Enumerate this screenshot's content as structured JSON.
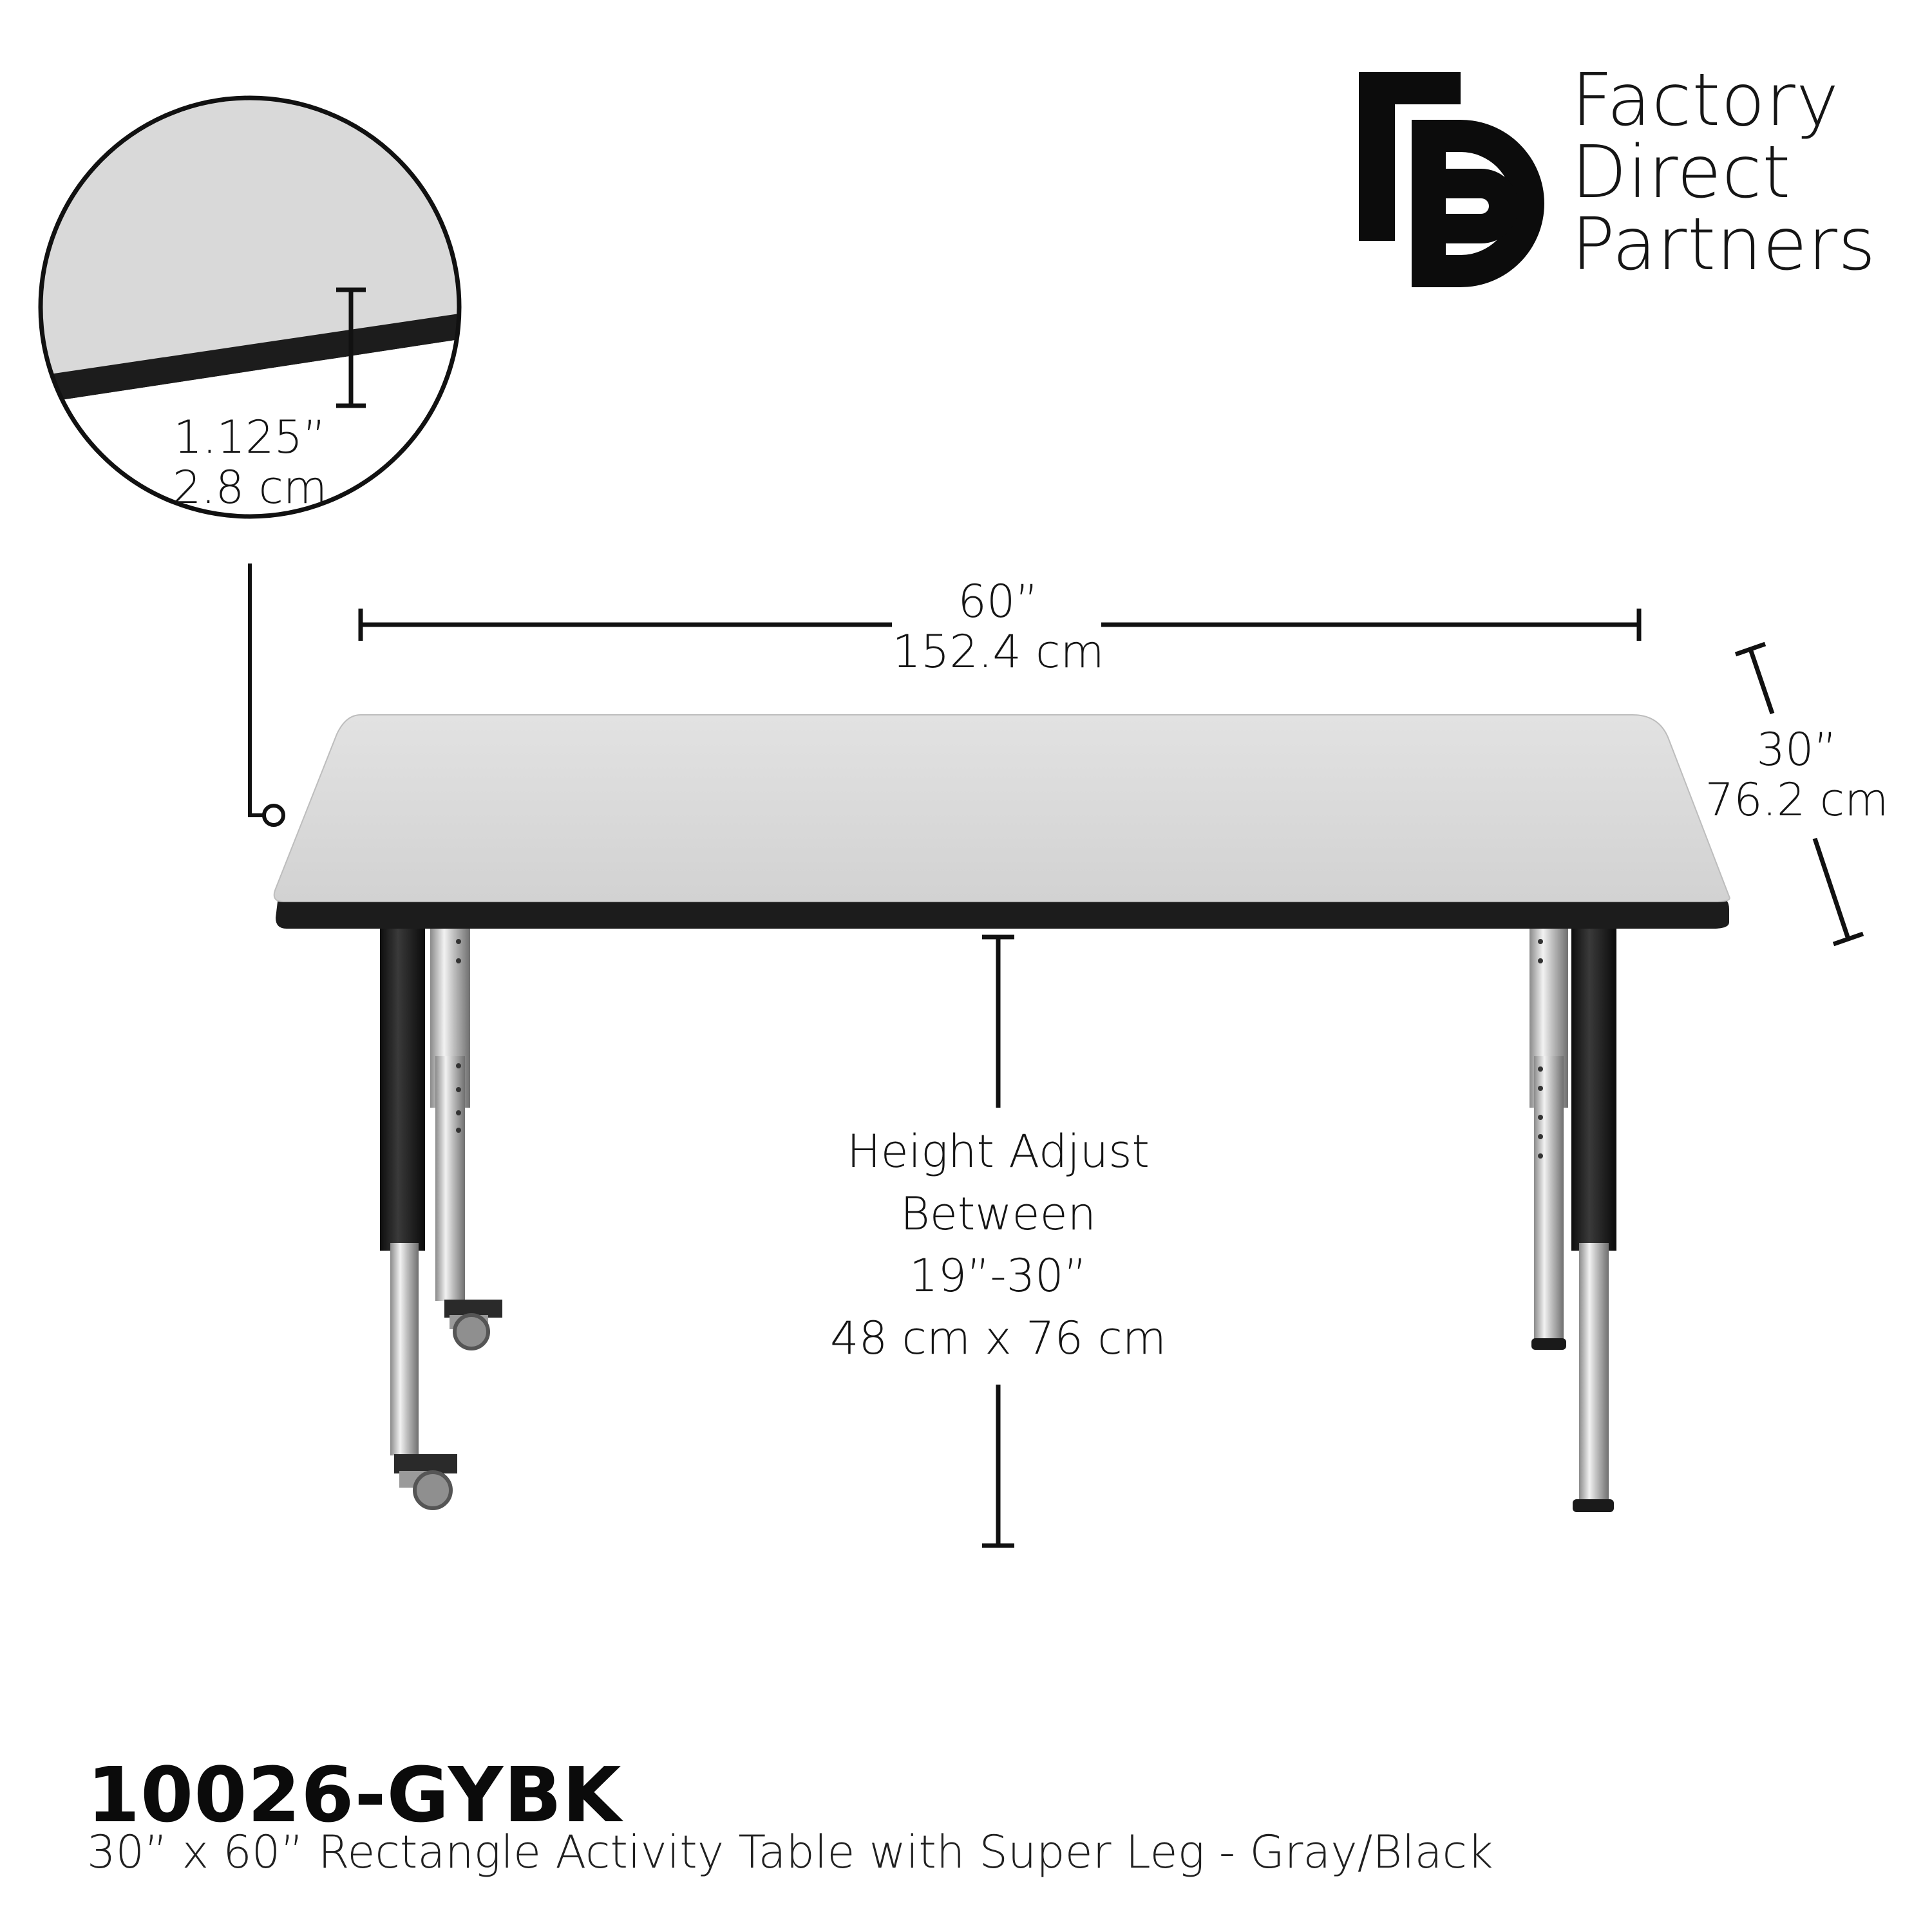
{
  "brand": {
    "logo_mark": "FD monogram logo",
    "name_lines": [
      "Factory",
      "Direct",
      "Partners"
    ]
  },
  "dimensions": {
    "thickness": {
      "imperial": "1.125”",
      "metric": "2.8 cm"
    },
    "width": {
      "imperial": "60”",
      "metric": "152.4 cm"
    },
    "depth": {
      "imperial": "30”",
      "metric": "76.2 cm"
    },
    "height": {
      "line1": "Height Adjust",
      "line2": "Between",
      "imperial": "19”-30”",
      "metric": "48 cm x 76 cm"
    }
  },
  "product": {
    "code": "10026-GYBK",
    "description": "30” x 60” Rectangle Activity Table with Super Leg - Gray/Black"
  },
  "colors": {
    "tabletop": "#d9d9d9",
    "edge_band": "#1c1c1c",
    "leg_upper": "#1a1a1a",
    "leg_lower": "#c6c6c6",
    "lines": "#111111"
  }
}
